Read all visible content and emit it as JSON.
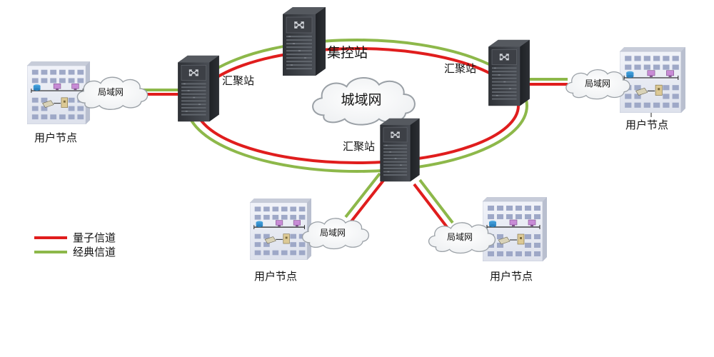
{
  "labels": {
    "control_station": "集控站",
    "metro_network": "城域网",
    "aggregation_station": "汇聚站",
    "lan": "局域网",
    "user_node": "用户节点"
  },
  "legend": {
    "quantum": "量子信道",
    "classical": "经典信道"
  },
  "colors": {
    "quantum_channel": "#e01d1d",
    "classical_channel": "#8db84a",
    "server_body": "#3a3d42",
    "cloud_stroke": "#9aa0a6",
    "building_body": "#e6e9f2"
  }
}
